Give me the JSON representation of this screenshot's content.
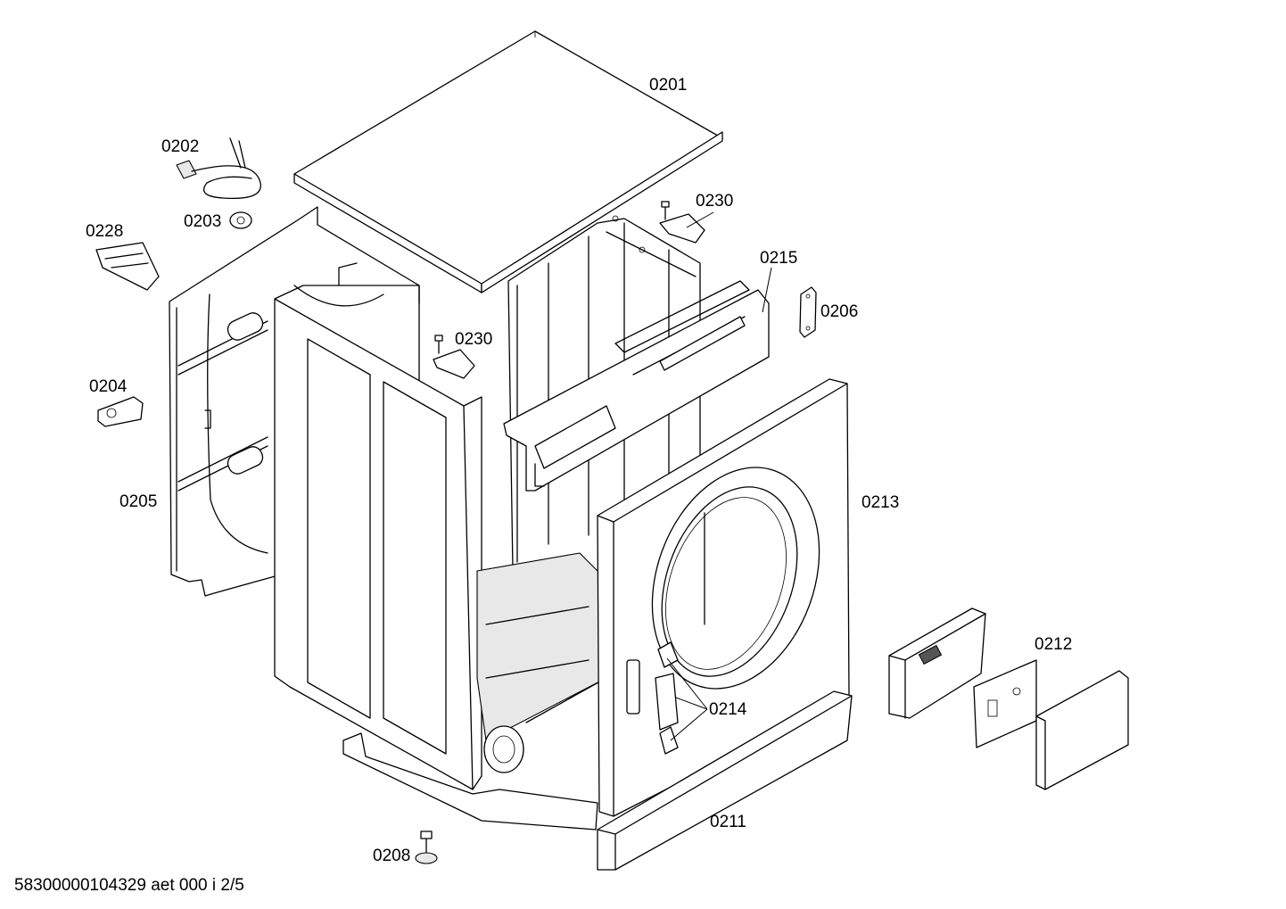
{
  "diagram": {
    "parts": [
      {
        "id": "0201",
        "label": "0201"
      },
      {
        "id": "0202",
        "label": "0202"
      },
      {
        "id": "0203",
        "label": "0203"
      },
      {
        "id": "0228",
        "label": "0228"
      },
      {
        "id": "0230a",
        "label": "0230"
      },
      {
        "id": "0215",
        "label": "0215"
      },
      {
        "id": "0206",
        "label": "0206"
      },
      {
        "id": "0230b",
        "label": "0230"
      },
      {
        "id": "0204",
        "label": "0204"
      },
      {
        "id": "0205",
        "label": "0205"
      },
      {
        "id": "0213",
        "label": "0213"
      },
      {
        "id": "0212",
        "label": "0212"
      },
      {
        "id": "0214",
        "label": "0214"
      },
      {
        "id": "0211",
        "label": "0211"
      },
      {
        "id": "0208",
        "label": "0208"
      }
    ],
    "footer": "58300000104329 aet 000 i 2/5"
  }
}
